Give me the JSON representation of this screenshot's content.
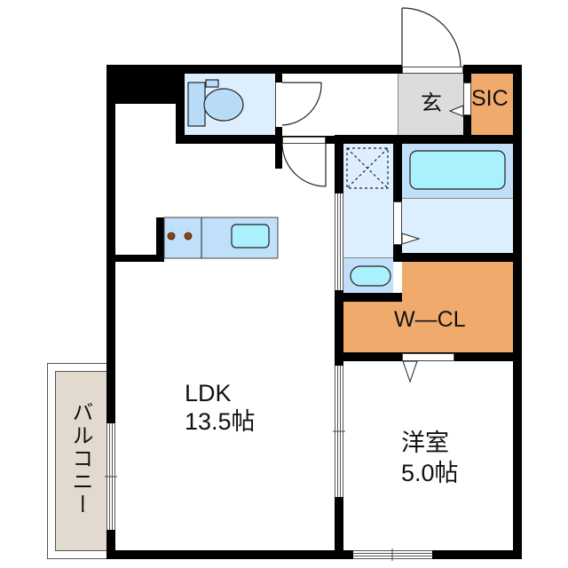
{
  "plan": {
    "rooms": {
      "ldk": {
        "name": "LDK",
        "size": "13.5帖"
      },
      "western_room": {
        "name": "洋室",
        "size": "5.0帖"
      },
      "entrance": {
        "name": "玄"
      },
      "shoe_closet": {
        "name": "SIC"
      },
      "walk_in_closet": {
        "name": "W—CL"
      },
      "balcony": {
        "name": "バルコニー"
      }
    },
    "fixtures": [
      "toilet-icon",
      "kitchen-counter",
      "stove-burners-icon",
      "kitchen-sink-icon",
      "washing-machine-space-icon",
      "bathtub-icon",
      "washbasin-icon"
    ]
  },
  "colors": {
    "wall": "#000000",
    "wet_area_light": "#ddefff",
    "wet_area_fixture": "#bfdffa",
    "tub_sink": "#aaf0fd",
    "entrance_floor": "#dcdcdc",
    "closet": "#f0aa6c",
    "balcony": "#e2d9cf",
    "burner": "#8b4513"
  }
}
